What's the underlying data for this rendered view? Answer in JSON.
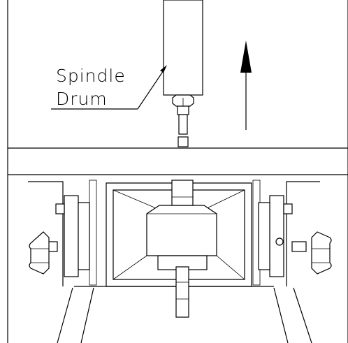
{
  "callout": {
    "line1": "Spindle",
    "line2": "Drum"
  },
  "arrow": {
    "direction": "up"
  }
}
